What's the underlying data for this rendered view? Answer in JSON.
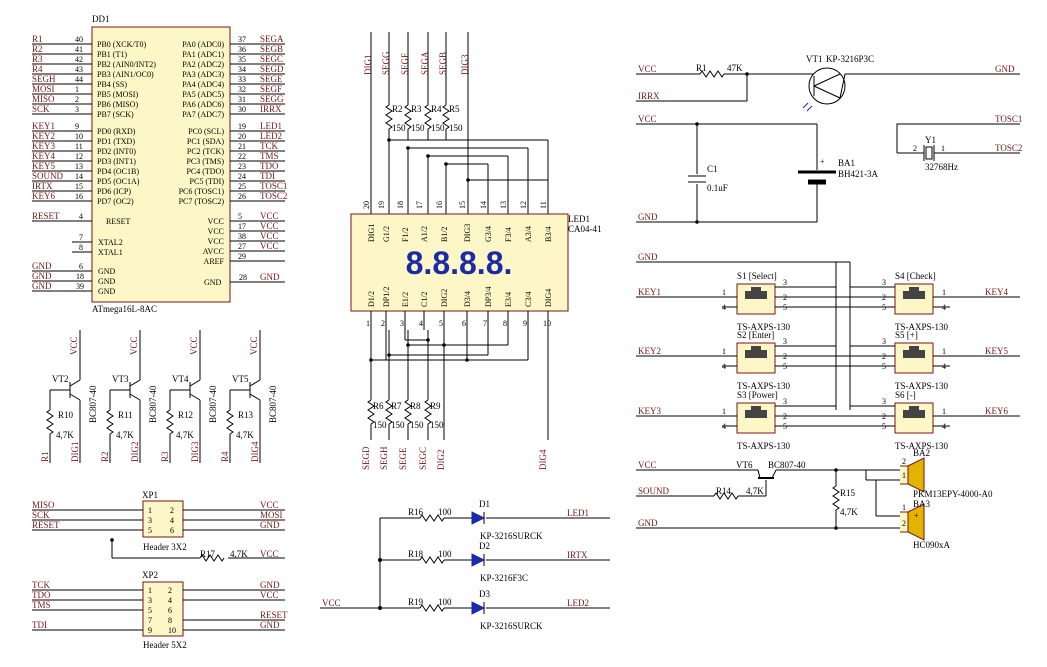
{
  "dd1": {
    "ref": "DD1",
    "part": "ATmega16L-8AC",
    "left_pins": [
      {
        "net": "R1",
        "num": "40",
        "name": "PB0 (XCK/T0)"
      },
      {
        "net": "R2",
        "num": "41",
        "name": "PB1 (T1)"
      },
      {
        "net": "R3",
        "num": "42",
        "name": "PB2 (AIN0/INT2)"
      },
      {
        "net": "R4",
        "num": "43",
        "name": "PB3 (AIN1/OC0)"
      },
      {
        "net": "SEGH",
        "num": "44",
        "name": "PB4 (SS)"
      },
      {
        "net": "MOSI",
        "num": "1",
        "name": "PB5 (MOSI)"
      },
      {
        "net": "MISO",
        "num": "2",
        "name": "PB6 (MISO)"
      },
      {
        "net": "SCK",
        "num": "3",
        "name": "PB7 (SCK)"
      },
      {
        "net": "KEY1",
        "num": "9",
        "name": "PD0 (RXD)"
      },
      {
        "net": "KEY2",
        "num": "10",
        "name": "PD1 (TXD)"
      },
      {
        "net": "KEY3",
        "num": "11",
        "name": "PD2 (INT0)"
      },
      {
        "net": "KEY4",
        "num": "12",
        "name": "PD3 (INT1)"
      },
      {
        "net": "KEY5",
        "num": "13",
        "name": "PD4 (OC1B)"
      },
      {
        "net": "SOUND",
        "num": "14",
        "name": "PD5 (OC1A)"
      },
      {
        "net": "IRTX",
        "num": "15",
        "name": "PD6 (ICP)"
      },
      {
        "net": "KEY6",
        "num": "16",
        "name": "PD7 (OC2)"
      }
    ],
    "right_pins": [
      {
        "net": "SEGA",
        "num": "37",
        "name": "PA0 (ADC0)"
      },
      {
        "net": "SEGB",
        "num": "36",
        "name": "PA1 (ADC1)"
      },
      {
        "net": "SEGC",
        "num": "35",
        "name": "PA2 (ADC2)"
      },
      {
        "net": "SEGD",
        "num": "34",
        "name": "PA3 (ADC3)"
      },
      {
        "net": "SEGE",
        "num": "33",
        "name": "PA4 (ADC4)"
      },
      {
        "net": "SEGF",
        "num": "32",
        "name": "PA5 (ADC5)"
      },
      {
        "net": "SEGG",
        "num": "31",
        "name": "PA6 (ADC6)"
      },
      {
        "net": "IRRX",
        "num": "30",
        "name": "PA7 (ADC7)"
      },
      {
        "net": "LED1",
        "num": "19",
        "name": "PC0 (SCL)"
      },
      {
        "net": "LED2",
        "num": "20",
        "name": "PC1 (SDA)"
      },
      {
        "net": "TCK",
        "num": "21",
        "name": "PC2 (TCK)"
      },
      {
        "net": "TMS",
        "num": "22",
        "name": "PC3 (TMS)"
      },
      {
        "net": "TDO",
        "num": "23",
        "name": "PC4 (TDO)"
      },
      {
        "net": "TDI",
        "num": "24",
        "name": "PC5 (TDI)"
      },
      {
        "net": "TOSC1",
        "num": "25",
        "name": "PC6 (TOSC1)"
      },
      {
        "net": "TOSC2",
        "num": "26",
        "name": "PC7 (TOSC2)"
      }
    ],
    "reset": {
      "net": "RESET",
      "num": "4",
      "name": "RESET"
    },
    "xtal": [
      {
        "num": "7",
        "name": "XTAL2"
      },
      {
        "num": "8",
        "name": "XTAL1"
      }
    ],
    "gnd_left": [
      {
        "net": "GND",
        "num": "6",
        "name": "GND"
      },
      {
        "net": "GND",
        "num": "18",
        "name": "GND"
      },
      {
        "net": "GND",
        "num": "39",
        "name": "GND"
      }
    ],
    "vcc_right": [
      {
        "net": "VCC",
        "num": "5",
        "name": "VCC"
      },
      {
        "net": "VCC",
        "num": "17",
        "name": "VCC"
      },
      {
        "net": "VCC",
        "num": "38",
        "name": "VCC"
      },
      {
        "net": "VCC",
        "num": "27",
        "name": "AVCC"
      },
      {
        "net": "",
        "num": "29",
        "name": "AREF"
      }
    ],
    "gnd_right": {
      "net": "GND",
      "num": "28",
      "name": "GND"
    }
  },
  "digit_transistors": [
    {
      "ref": "VT2",
      "part": "BC807-40",
      "res": "R10",
      "res_val": "4,7K",
      "base_net": "R1",
      "col_net": "DIG1",
      "vcc": "VCC"
    },
    {
      "ref": "VT3",
      "part": "BC807-40",
      "res": "R11",
      "res_val": "4,7K",
      "base_net": "R2",
      "col_net": "DIG2",
      "vcc": "VCC"
    },
    {
      "ref": "VT4",
      "part": "BC807-40",
      "res": "R12",
      "res_val": "4,7K",
      "base_net": "R3",
      "col_net": "DIG3",
      "vcc": "VCC"
    },
    {
      "ref": "VT5",
      "part": "BC807-40",
      "res": "R13",
      "res_val": "4,7K",
      "base_net": "R4",
      "col_net": "DIG4",
      "vcc": "VCC"
    }
  ],
  "xp1": {
    "ref": "XP1",
    "part": "Header 3X2",
    "left_nets": [
      "MISO",
      "SCK",
      "RESET"
    ],
    "right_nets": [
      "VCC",
      "MOSI",
      "GND"
    ],
    "pins": [
      [
        "1",
        "2"
      ],
      [
        "3",
        "4"
      ],
      [
        "5",
        "6"
      ]
    ],
    "r17": {
      "ref": "R17",
      "val": "4,7K",
      "net": "VCC"
    }
  },
  "xp2": {
    "ref": "XP2",
    "part": "Header 5X2",
    "left_nets": [
      "TCK",
      "TDO",
      "TMS",
      "",
      "TDI"
    ],
    "right_nets": [
      "GND",
      "VCC",
      "",
      "RESET",
      "GND"
    ],
    "pins": [
      [
        "1",
        "2"
      ],
      [
        "3",
        "4"
      ],
      [
        "5",
        "6"
      ],
      [
        "7",
        "8"
      ],
      [
        "9",
        "10"
      ]
    ]
  },
  "top_nets": [
    "DIG1",
    "SEGG",
    "SEGF",
    "SEGA",
    "SEGB",
    "DIG3"
  ],
  "top_res": [
    {
      "ref": "R2",
      "val": "150"
    },
    {
      "ref": "R3",
      "val": "150"
    },
    {
      "ref": "R4",
      "val": "150"
    },
    {
      "ref": "R5",
      "val": "150"
    }
  ],
  "led1": {
    "ref": "LED1",
    "part": "CA04-41",
    "display": "8.8.8.8.",
    "top_pins": [
      {
        "num": "20",
        "name": "DIG1"
      },
      {
        "num": "19",
        "name": "G1/2"
      },
      {
        "num": "18",
        "name": "F1/2"
      },
      {
        "num": "17",
        "name": "A1/2"
      },
      {
        "num": "16",
        "name": "B1/2"
      },
      {
        "num": "15",
        "name": "DIG3"
      },
      {
        "num": "14",
        "name": "G3/4"
      },
      {
        "num": "13",
        "name": "F3/4"
      },
      {
        "num": "12",
        "name": "A3/4"
      },
      {
        "num": "11",
        "name": "B3/4"
      }
    ],
    "bottom_pins": [
      {
        "num": "1",
        "name": "D1/2"
      },
      {
        "num": "2",
        "name": "DP1/2"
      },
      {
        "num": "3",
        "name": "E1/2"
      },
      {
        "num": "4",
        "name": "C1/2"
      },
      {
        "num": "5",
        "name": "DIG2"
      },
      {
        "num": "6",
        "name": "D3/4"
      },
      {
        "num": "7",
        "name": "DP3/4"
      },
      {
        "num": "8",
        "name": "E3/4"
      },
      {
        "num": "9",
        "name": "C3/4"
      },
      {
        "num": "10",
        "name": "DIG4"
      }
    ]
  },
  "bottom_res": [
    {
      "ref": "R6",
      "val": "150"
    },
    {
      "ref": "R7",
      "val": "150"
    },
    {
      "ref": "R8",
      "val": "150"
    },
    {
      "ref": "R9",
      "val": "150"
    }
  ],
  "bottom_nets": [
    "SEGD",
    "SEGH",
    "SEGE",
    "SEGC",
    "DIG2",
    "DIG4"
  ],
  "leds": [
    {
      "res": "R16",
      "val": "100",
      "ref": "D1",
      "part": "KP-3216SURCK",
      "net": "LED1"
    },
    {
      "res": "R18",
      "val": "100",
      "ref": "D2",
      "part": "KP-3216F3C",
      "net": "IRTX"
    },
    {
      "res": "R19",
      "val": "100",
      "ref": "D3",
      "part": "KP-3216SURCK",
      "net": "LED2"
    }
  ],
  "led_vcc": "VCC",
  "ir": {
    "vcc": "VCC",
    "r1": "R1",
    "r1_val": "47K",
    "vt1": "VT1",
    "vt1_part": "KP-3216P3C",
    "gnd": "GND",
    "irrx": "IRRX"
  },
  "power": {
    "vcc": "VCC",
    "gnd": "GND",
    "c1": "C1",
    "c1_val": "0.1uF",
    "ba1": "BA1",
    "ba1_part": "BH421-3A",
    "plus": "+"
  },
  "crystal": {
    "ref": "Y1",
    "val": "32768Hz",
    "pin2": "2",
    "pin1": "1",
    "tosc1": "TOSC1",
    "tosc2": "TOSC2"
  },
  "buttons": {
    "gnd": "GND",
    "items": [
      {
        "ref": "S1",
        "label": "[Select]",
        "part": "TS-AXPS-130",
        "net": "KEY1"
      },
      {
        "ref": "S2",
        "label": "[Enter]",
        "part": "TS-AXPS-130",
        "net": "KEY2"
      },
      {
        "ref": "S3",
        "label": "[Power]",
        "part": "TS-AXPS-130",
        "net": "KEY3"
      },
      {
        "ref": "S4",
        "label": "[Check]",
        "part": "TS-AXPS-130",
        "net": "KEY4"
      },
      {
        "ref": "S5",
        "label": "[+]",
        "part": "TS-AXPS-130",
        "net": "KEY5"
      },
      {
        "ref": "S6",
        "label": "[-]",
        "part": "TS-AXPS-130",
        "net": "KEY6"
      }
    ],
    "pins": [
      "1",
      "2",
      "3",
      "4",
      "5"
    ]
  },
  "sound": {
    "vcc": "VCC",
    "sound": "SOUND",
    "gnd": "GND",
    "vt6": "VT6",
    "vt6_part": "BC807-40",
    "r14": "R14",
    "r14_val": "4,7K",
    "r15": "R15",
    "r15_val": "4,7K",
    "ba2": "BA2",
    "ba2_part": "PKM13EPY-4000-A0",
    "ba3": "BA3",
    "ba3_part": "HC090xA",
    "p1": "1",
    "p2": "2",
    "plus": "+"
  }
}
